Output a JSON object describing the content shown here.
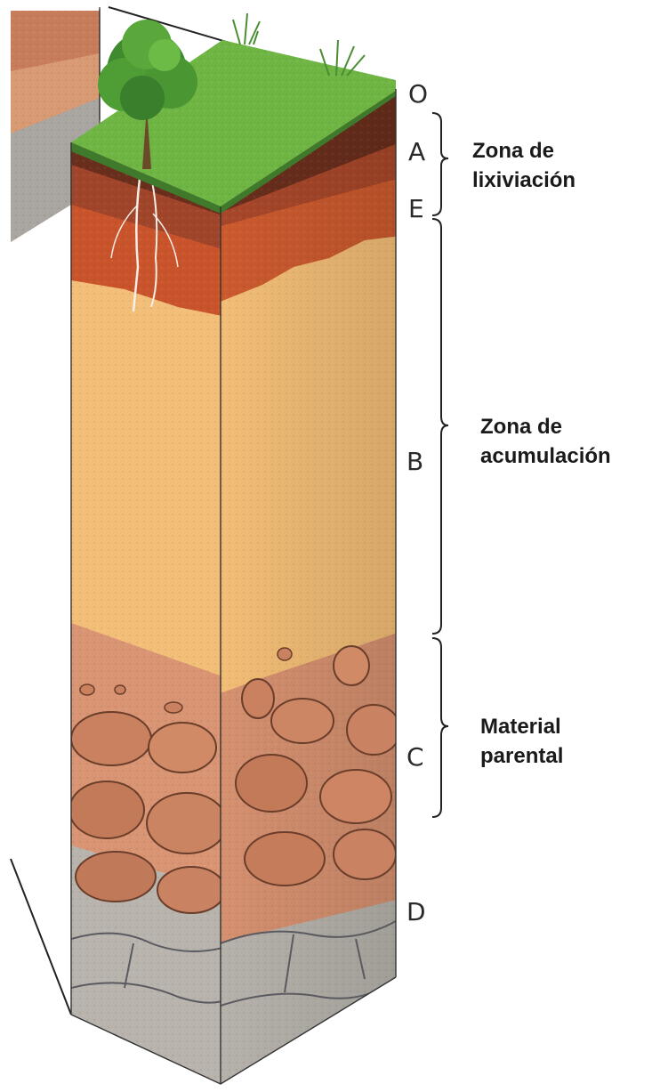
{
  "horizons": [
    "O",
    "A",
    "E",
    "B",
    "C",
    "D"
  ],
  "zones": {
    "leaching": [
      "Zona de",
      "lixiviación"
    ],
    "accumulation": [
      "Zona de",
      "acumulación"
    ],
    "parent": [
      "Material",
      "parental"
    ]
  }
}
